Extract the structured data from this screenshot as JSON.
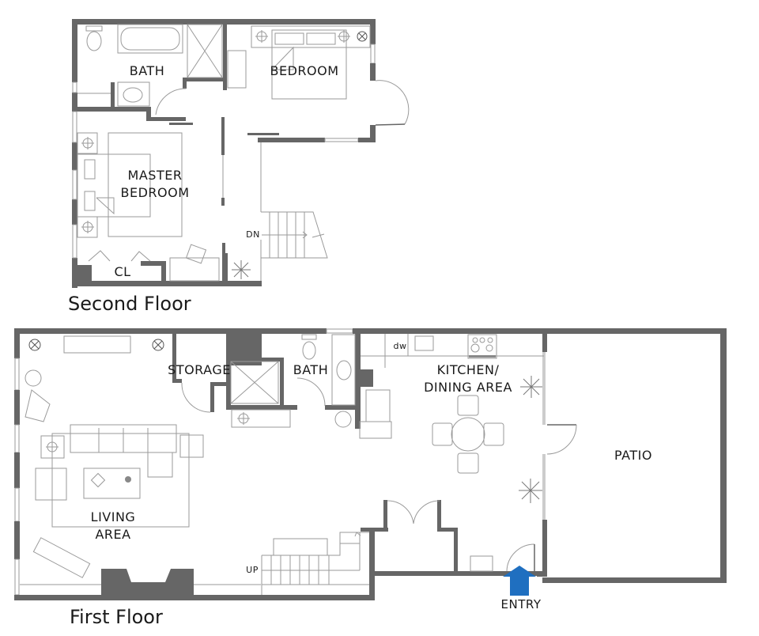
{
  "diagram": {
    "type": "floor-plan",
    "accent_color": "#1f6fc0",
    "wall_color": "#666666",
    "second_floor": {
      "title": "Second Floor",
      "rooms": [
        {
          "id": "bath2",
          "label": "BATH"
        },
        {
          "id": "bedroom",
          "label": "BEDROOM"
        },
        {
          "id": "master_line1",
          "label": "MASTER"
        },
        {
          "id": "master_line2",
          "label": "BEDROOM"
        },
        {
          "id": "closet",
          "label": "CL"
        }
      ],
      "stair_label": "DN"
    },
    "first_floor": {
      "title": "First Floor",
      "rooms": [
        {
          "id": "storage",
          "label": "STORAGE"
        },
        {
          "id": "bath1",
          "label": "BATH"
        },
        {
          "id": "kitchen_line1",
          "label": "KITCHEN/"
        },
        {
          "id": "kitchen_line2",
          "label": "DINING AREA"
        },
        {
          "id": "living_line1",
          "label": "LIVING"
        },
        {
          "id": "living_line2",
          "label": "AREA"
        },
        {
          "id": "patio",
          "label": "PATIO"
        }
      ],
      "stair_label": "UP",
      "dishwasher_label": "dw",
      "entry_label": "ENTRY"
    }
  }
}
